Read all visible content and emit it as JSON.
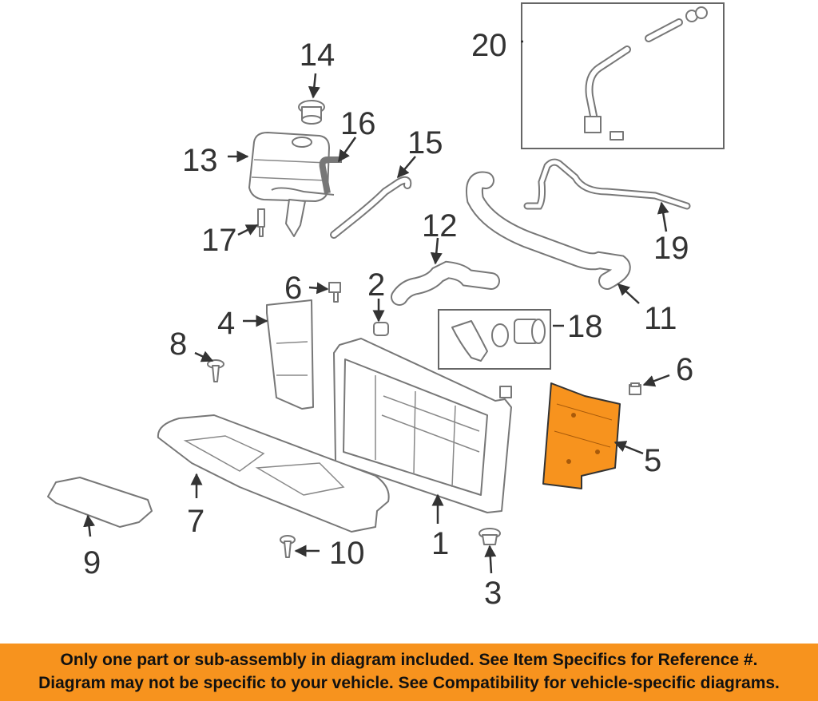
{
  "labels": {
    "l1": "1",
    "l2": "2",
    "l3": "3",
    "l4": "4",
    "l5": "5",
    "l6a": "6",
    "l6b": "6",
    "l7": "7",
    "l8": "8",
    "l9": "9",
    "l10": "10",
    "l11": "11",
    "l12": "12",
    "l13": "13",
    "l14": "14",
    "l15": "15",
    "l16": "16",
    "l17": "17",
    "l18": "18",
    "l19": "19",
    "l20": "20"
  },
  "highlight_color": "#f7931e",
  "notice": {
    "line1": "Only one part or sub-assembly in diagram included. See Item Specifics for Reference #.",
    "line2": "Diagram may not be specific to your vehicle. See Compatibility for vehicle-specific diagrams."
  }
}
